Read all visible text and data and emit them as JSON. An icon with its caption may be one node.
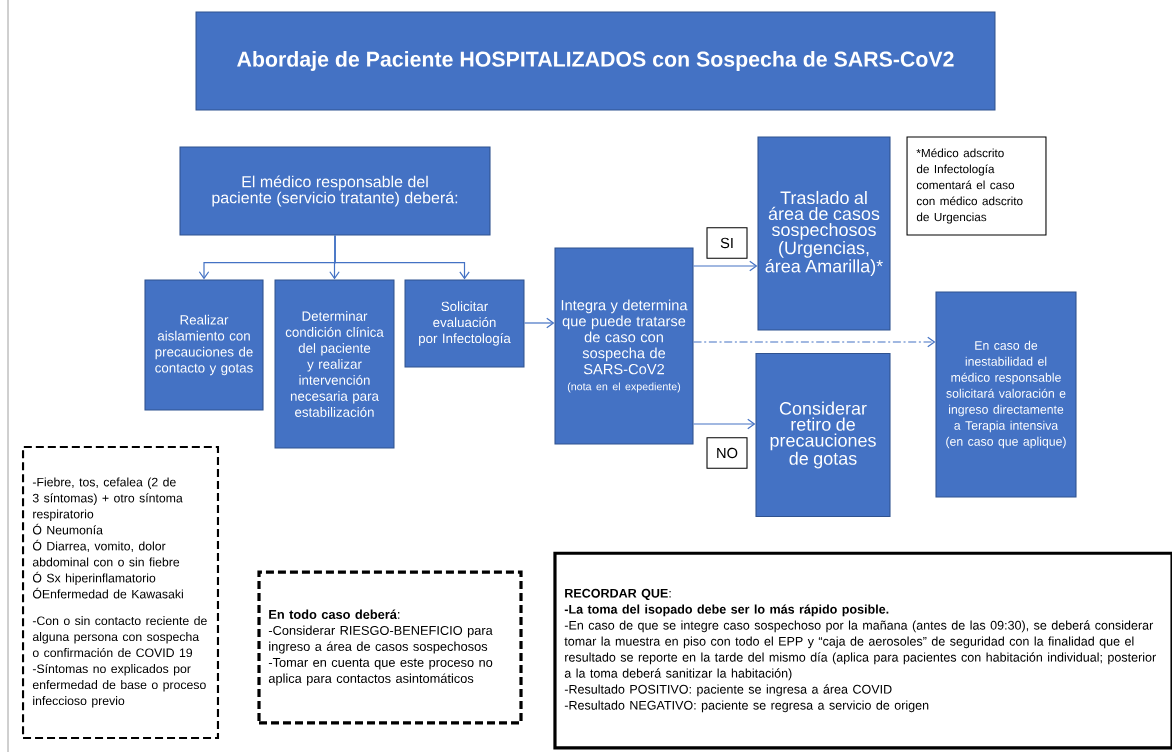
{
  "diagram": {
    "title": "Abordaje de Paciente HOSPITALIZADOS con Sospecha de SARS-CoV2",
    "nodes": [
      {
        "text": [
          "El médico responsable del paciente (servicio tratante) deberá:"
        ]
      },
      {
        "text": [
          "Realizar aislamiento con precauciones de contacto y gotas"
        ]
      },
      {
        "text": [
          "Determinar condición clínica del paciente y realizar intervención necesaria para estabilización"
        ]
      },
      {
        "text": [
          "Solicitar evaluación por Infectología"
        ]
      },
      {
        "text": [
          "Integra y determina que puede tratarse de caso con sospecha de SARS-CoV2",
          "(nota en el expediente)"
        ]
      },
      {
        "text": [
          "Traslado al área de casos sospechosos (Urgencias, área Amarilla)*"
        ]
      },
      {
        "text": [
          "*Médico adscrito de Infectología comentará el caso con médico adscrito de Urgencias"
        ]
      },
      {
        "text": [
          "Considerar retiro de precauciones de gotas"
        ]
      },
      {
        "text": [
          "En caso de inestabilidad el médico responsable solicitará valoración e ingreso directamente a Terapia intensiva (en caso que aplique)"
        ]
      },
      {
        "text": [
          "-Fiebre, tos, cefalea (2 de 3 síntomas) + otro síntoma respiratorio",
          "Ó Neumonía",
          "Ó Diarrea, vomito, dolor abdominal con o sin fiebre",
          "Ó Sx hiperinflamatorio",
          "ÓEnfermedad de Kawasaki",
          "-Con o sin contacto reciente de alguna persona con sospecha o confirmación de COVID 19",
          "-Síntomas no explicados por enfermedad de base o proceso infeccioso previo"
        ]
      },
      {
        "text": [
          "**En todo caso deberá**:",
          "-Considerar RIESGO-BENEFICIO para ingreso a área de casos sospechosos",
          "-Tomar en cuenta que este proceso no aplica para contactos asintomáticos"
        ]
      },
      {
        "text": [
          "**RECORDAR QUE**:",
          "-La toma del isopado debe ser lo más rápido posible.",
          "-En caso de que se integre caso sospechoso por la mañana (antes de las 09:30), se deberá considerar tomar la muestra en piso con todo el EPP y “caja de aerosoles” de seguridad con la finalidad que el resultado se reporte en la tarde del mismo día (aplica para pacientes con habitación individual; posterior a la toma deberá sanitizar la habitación)",
          "-Resultado POSITIVO: paciente se ingresa a área COVID",
          "-Resultado NEGATIVO: paciente se regresa a servicio de origen"
        ]
      }
    ],
    "edges": [
      {
        "from": 0,
        "to": 1,
        "arrow": "to"
      },
      {
        "from": 0,
        "to": 2,
        "arrow": "to"
      },
      {
        "from": 0,
        "to": 3,
        "arrow": "to"
      },
      {
        "from": 3,
        "to": 4,
        "arrow": "to"
      },
      {
        "from": 4,
        "to": 5,
        "arrow": "to",
        "label": "SI"
      },
      {
        "from": 4,
        "to": 7,
        "arrow": "to",
        "label": "NO"
      },
      {
        "from": 4,
        "to": 8,
        "arrow": "to",
        "style": "dashed"
      }
    ]
  }
}
